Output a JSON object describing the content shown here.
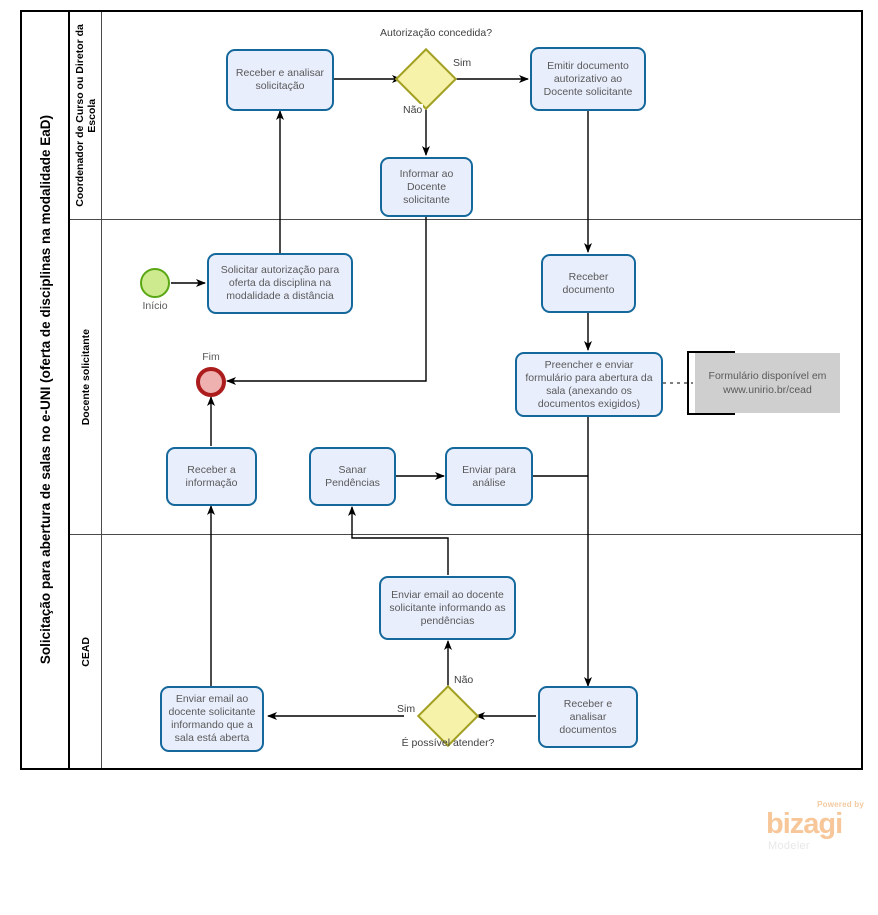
{
  "diagram": {
    "pool_title": "Solicitação para abertura de salas no e-UNI (oferta de disciplinas na modalidade EaD)",
    "type": "bpmn-process-diagram",
    "colors": {
      "task_fill": "#e9eefc",
      "task_border": "#15689b",
      "gateway_fill": "#f6f2a9",
      "gateway_border": "#a2a023",
      "start_fill": "#cdeb8e",
      "start_border": "#5aa716",
      "end_fill": "#efb0b0",
      "end_border": "#ad1c1c",
      "annotation_fill": "#cfcfcf",
      "pool_border": "#000000",
      "lane_border": "#4a4a4a"
    }
  },
  "lanes": [
    {
      "id": "lane-coordenador",
      "label": "Coordenador de Curso ou Diretor da Escola"
    },
    {
      "id": "lane-docente",
      "label": "Docente  solicitante"
    },
    {
      "id": "lane-cead",
      "label": "CEAD"
    }
  ],
  "nodes": {
    "receber_analisar_solicitacao": "Receber  e analisar solicitação",
    "emitir_documento": "Emitir documento autorizativo ao Docente solicitante",
    "informar_docente": "Informar ao Docente solicitante",
    "solicitar_autorizacao": "Solicitar autorização para oferta da disciplina na modalidade a distância",
    "receber_documento": "Receber documento",
    "preencher_enviar_formulario": "Preencher e enviar formulário para abertura da sala (anexando os documentos exigidos)",
    "receber_informacao": "Receber a informação",
    "sanar_pendencias": "Sanar Pendências",
    "enviar_para_analise": "Enviar para análise",
    "enviar_email_pendencias": "Enviar email ao docente solicitante informando as pendências",
    "enviar_email_sala_aberta": "Enviar email ao docente solicitante informando que a sala está aberta",
    "receber_analisar_documentos": "Receber e analisar documentos"
  },
  "events": {
    "start_label": "Início",
    "end_label": "Fim"
  },
  "gateways": {
    "autorizacao_concedida": "Autorização concedida?",
    "e_possivel_atender": "É possível atender?"
  },
  "flow_labels": {
    "autorizacao_sim": "Sim",
    "autorizacao_nao": "Não",
    "atender_sim": "Sim",
    "atender_nao": "Não"
  },
  "annotation": {
    "text": "Formulário disponível em www.unirio.br/cead"
  },
  "watermark": {
    "powered_by": "Powered by",
    "brand": "bizagi",
    "product": "Modeler"
  }
}
